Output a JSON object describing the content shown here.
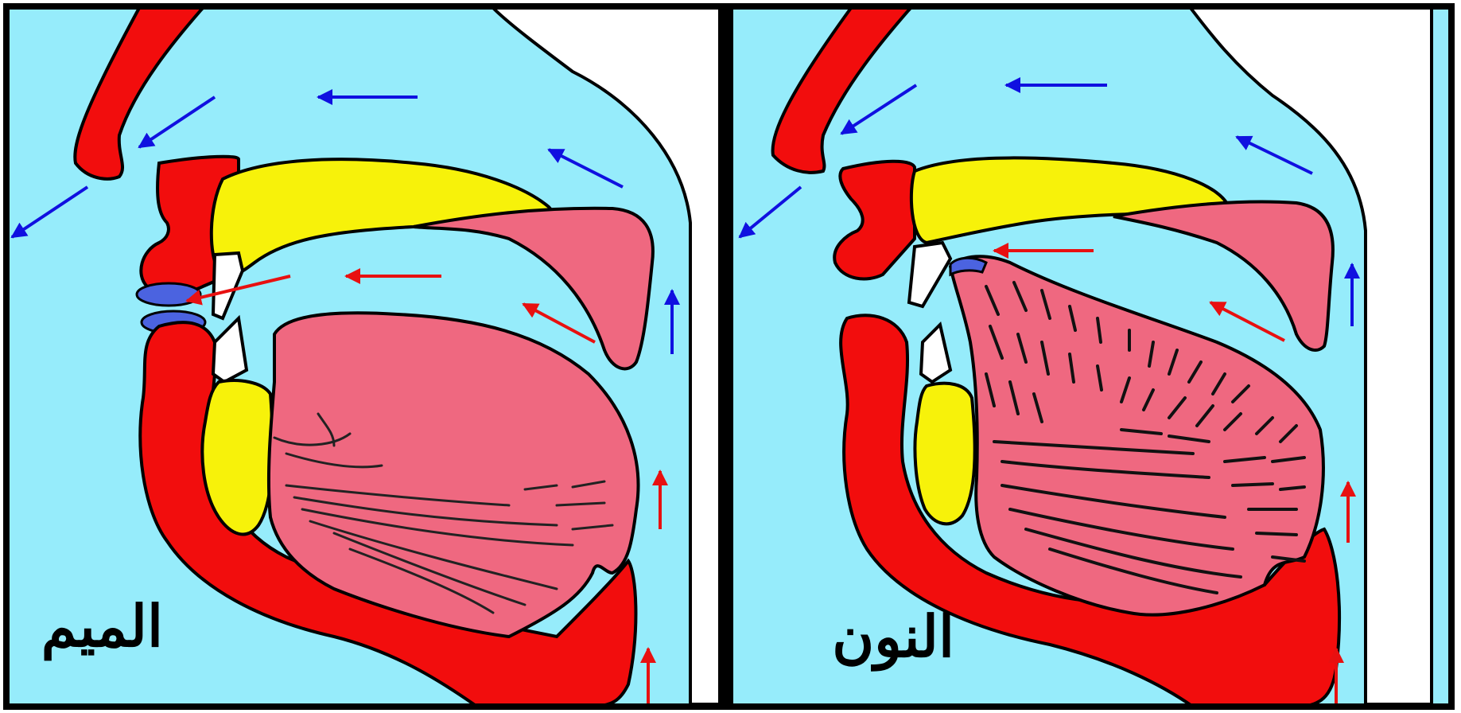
{
  "panels": [
    {
      "id": "meem",
      "label": "الميم"
    },
    {
      "id": "noon",
      "label": "النون"
    }
  ],
  "colors": {
    "air": "#96ecfb",
    "outside": "#ffffff",
    "lips": "#f20d0d",
    "bone": "#f7f20a",
    "tongue": "#ef6880",
    "contact": "#4b63e0",
    "tooth": "#ffffff",
    "outline": "#000000",
    "nasal_arrow": "#1010e0",
    "oral_arrow": "#e81010"
  }
}
